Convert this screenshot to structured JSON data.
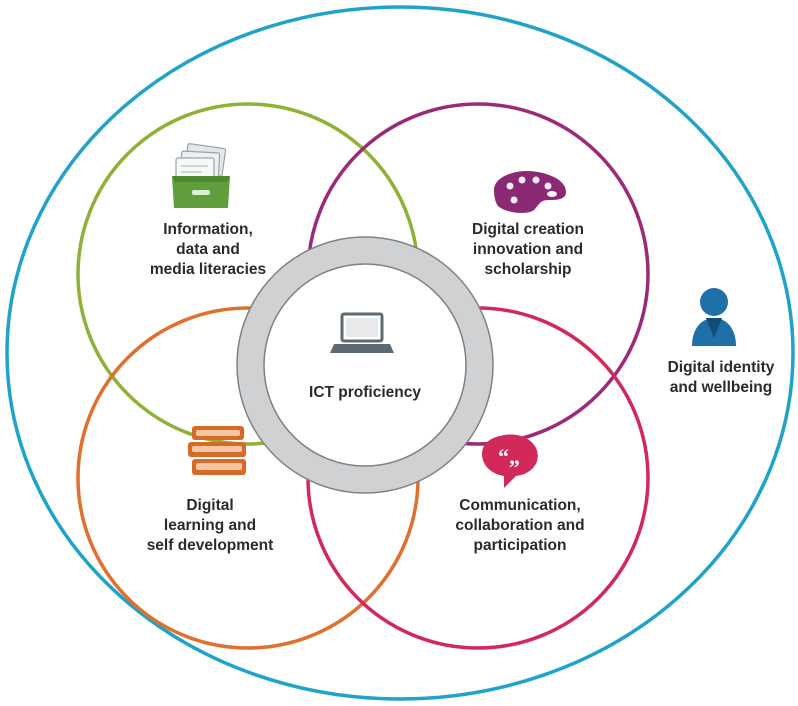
{
  "colors": {
    "outer": "#1fa3c9",
    "information": "#8fb136",
    "creation": "#9b2a7a",
    "learning": "#e0702d",
    "communication": "#d12a5a",
    "core_ring": "#cfd1d3",
    "core_ring_stroke": "#7e8285",
    "core_fill": "#ffffff",
    "icon_gray": "#5e6a72",
    "icon_green": "#5f9e3a",
    "icon_orange": "#d86a28",
    "icon_purple": "#8b2a74",
    "icon_pink": "#d12a5a",
    "icon_blue": "#1f6fa8"
  },
  "labels": {
    "information": [
      "Information,",
      "data and",
      "media literacies"
    ],
    "creation": [
      "Digital creation",
      "innovation and",
      "scholarship"
    ],
    "learning": [
      "Digital",
      "learning and",
      "self development"
    ],
    "communication": [
      "Communication,",
      "collaboration and",
      "participation"
    ],
    "identity": [
      "Digital identity",
      "and wellbeing"
    ],
    "core": "ICT proficiency"
  },
  "icons": {
    "information": "file-cards-icon",
    "creation": "palette-icon",
    "learning": "books-icon",
    "communication": "speech-bubble-icon",
    "identity": "person-icon",
    "core": "laptop-icon"
  }
}
